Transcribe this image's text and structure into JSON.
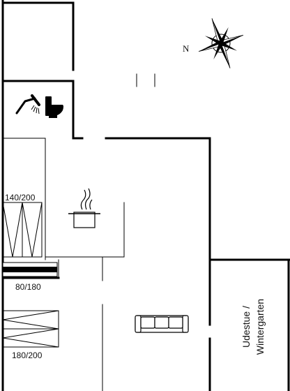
{
  "compass": {
    "north_label": "N"
  },
  "beds": {
    "bedroom_1": {
      "size_label": "140/200"
    },
    "bunk": {
      "size_label": "80/180"
    },
    "bedroom_2": {
      "size_label": "180/200"
    }
  },
  "rooms": {
    "winter_garden": {
      "line1": "Udestue /",
      "line2": "Wintergarten"
    }
  },
  "icons": {
    "shower": "shower-icon",
    "toilet": "toilet-icon",
    "stove": "cooking-pot-icon",
    "sofa": "sofa-icon",
    "compass": "compass-rose-icon"
  }
}
